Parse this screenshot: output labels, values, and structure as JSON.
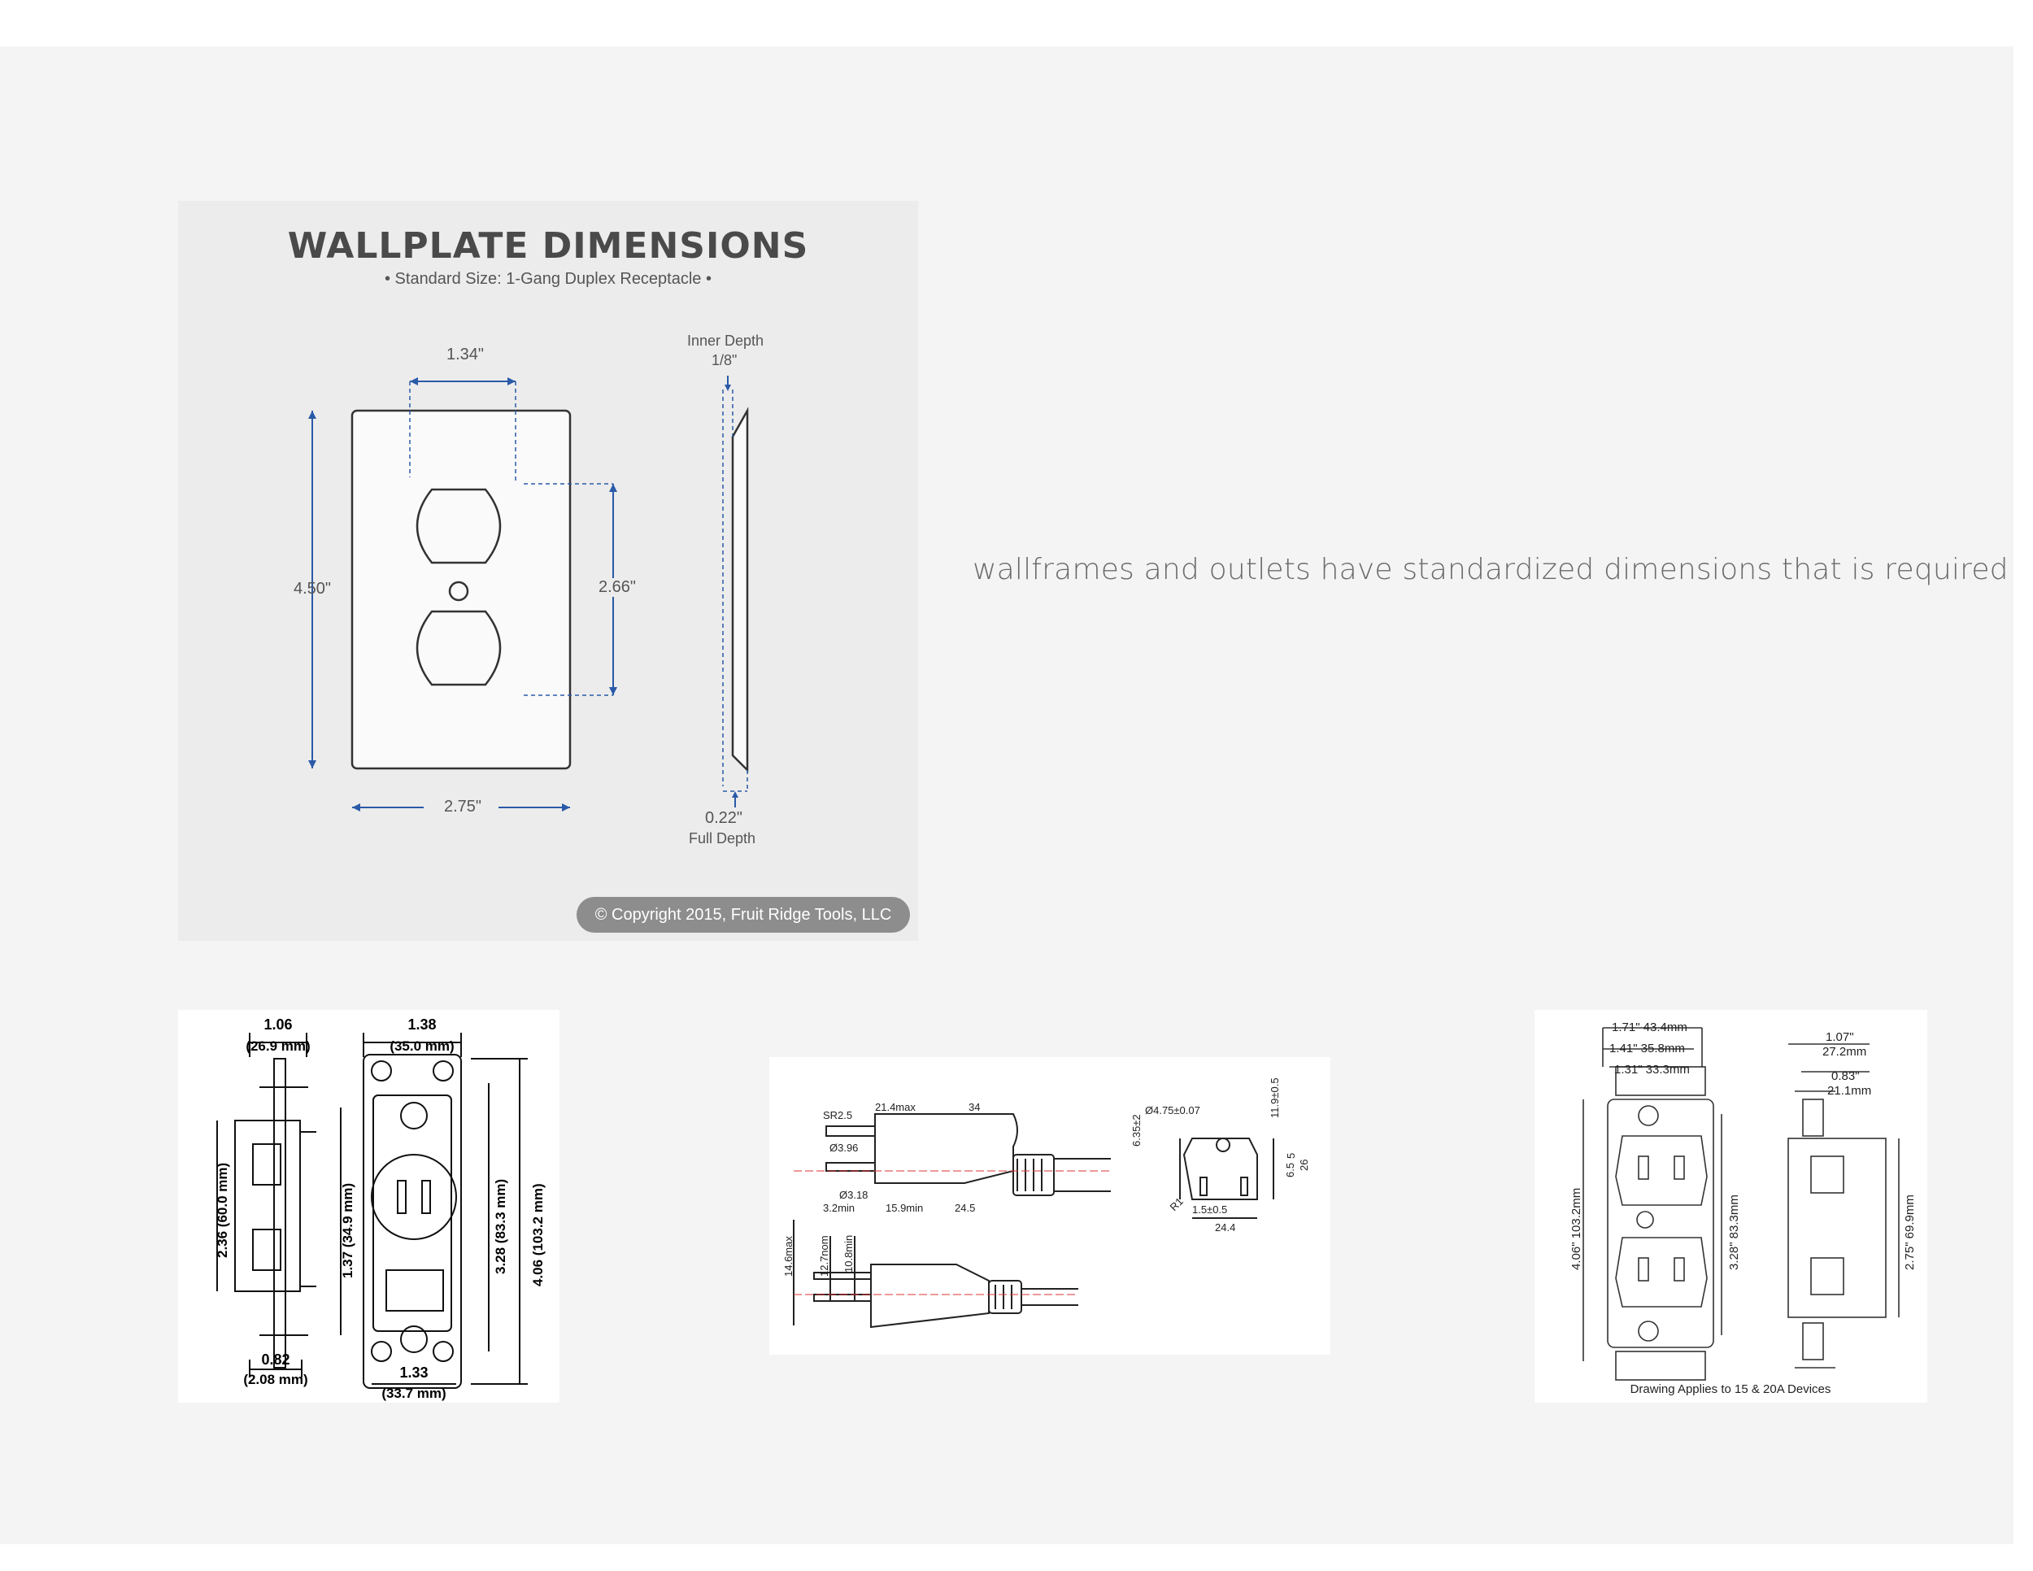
{
  "wallplate": {
    "title": "WALLPLATE DIMENSIONS",
    "subtitle": "•   Standard Size: 1-Gang Duplex Receptacle   •",
    "opening_width": "1.34\"",
    "inner_depth_label": "Inner Depth",
    "inner_depth_value": "1/8\"",
    "height": "4.50\"",
    "opening_height": "2.66\"",
    "width": "2.75\"",
    "full_depth_value": "0.22\"",
    "full_depth_label": "Full Depth",
    "copyright": "© Copyright 2015, Fruit Ridge Tools, LLC"
  },
  "caption": "wallframes and outlets have standardized dimensions that is required",
  "outlet_drawing_1": {
    "top_left": "1.06",
    "top_left_mm": "(26.9 mm)",
    "top_right": "1.38",
    "top_right_mm": "(35.0 mm)",
    "side_height": "2.36 (60.0 mm)",
    "mid_height": "1.37 (34.9 mm)",
    "screw_height": "3.28 (83.3 mm)",
    "total_height": "4.06 (103.2 mm)",
    "bottom_left": "0.82",
    "bottom_left_mm": "(2.08 mm)",
    "bottom_right": "1.33",
    "bottom_right_mm": "(33.7 mm)"
  },
  "plug_drawing": {
    "labels": [
      "SR2.5",
      "21.4max",
      "34",
      "Ø3.96",
      "Ø3.18",
      "3.2min",
      "15.9min",
      "24.5",
      "Ø4.75±0.07",
      "6.35±2",
      "11.9±0.5",
      "26",
      "6.5",
      "5",
      "1.5±0.5",
      "24.4",
      "R1",
      "14.6max",
      "12.7nom",
      "10.8min"
    ]
  },
  "outlet_drawing_3": {
    "w1": "1.71\" 43.4mm",
    "w2": "1.41\" 35.8mm",
    "w3": "1.31\" 33.3mm",
    "side_w1": "1.07\"",
    "side_w1_mm": "27.2mm",
    "side_w2": "0.83\"",
    "side_w2_mm": "21.1mm",
    "height_total": "4.06\" 103.2mm",
    "height_screw": "3.28\" 83.3mm",
    "height_side": "2.75\" 69.9mm",
    "note": "Drawing Applies to 15 & 20A Devices"
  }
}
